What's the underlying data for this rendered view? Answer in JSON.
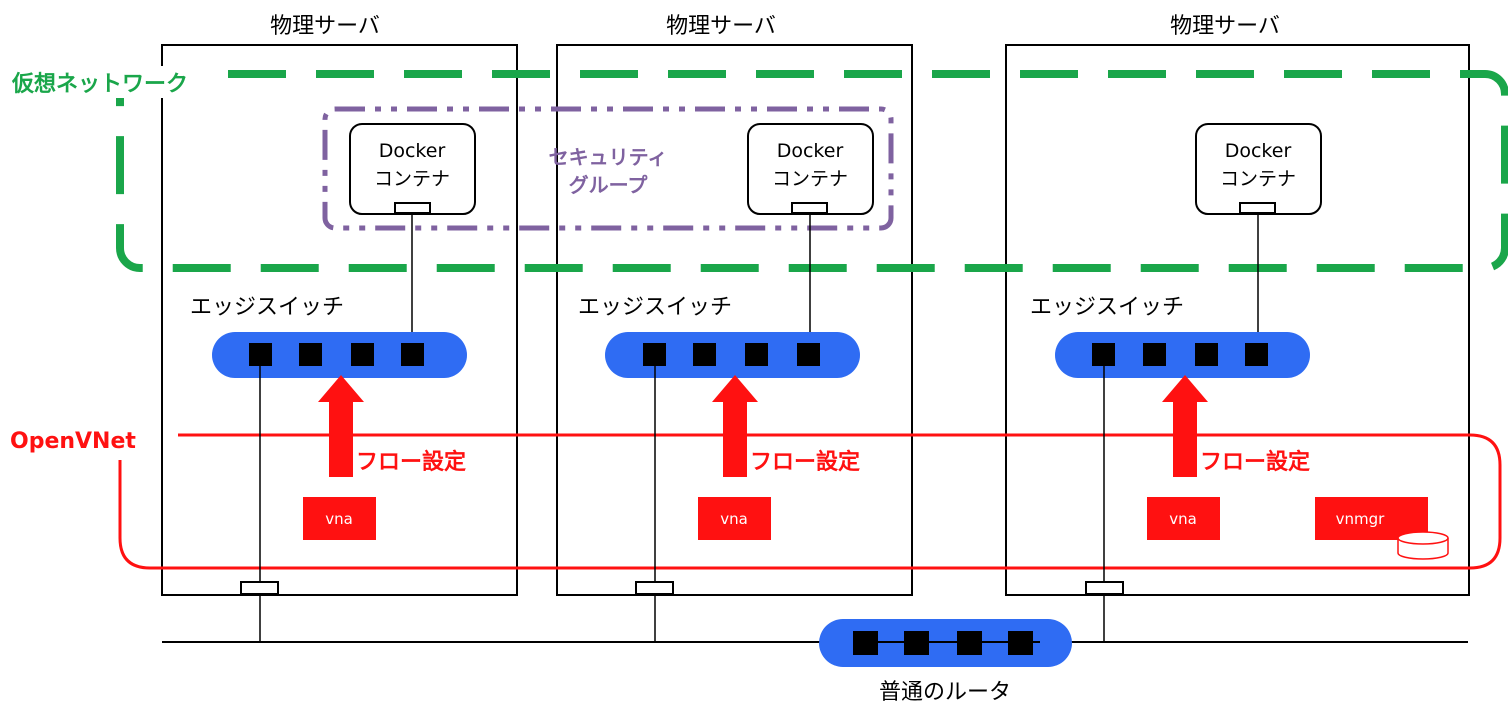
{
  "colors": {
    "network_green": "#1aa64a",
    "security_purple": "#7f62a0",
    "openvnet_red": "#ff1111",
    "switch_blue": "#2f6cf3",
    "port_black": "#000000",
    "agent_red": "#ff1111",
    "line_black": "#000000"
  },
  "labels": {
    "virtual_network": "仮想ネットワーク",
    "security_group_line1": "セキュリティ",
    "security_group_line2": "グループ",
    "openvnet": "OpenVNet",
    "router": "普通のルータ"
  },
  "servers": [
    {
      "title": "物理サーバ",
      "container_line1": "Docker",
      "container_line2": "コンテナ",
      "edge_switch": "エッジスイッチ",
      "flow_setting": "フロー設定",
      "agent": "vna"
    },
    {
      "title": "物理サーバ",
      "container_line1": "Docker",
      "container_line2": "コンテナ",
      "edge_switch": "エッジスイッチ",
      "flow_setting": "フロー設定",
      "agent": "vna"
    },
    {
      "title": "物理サーバ",
      "container_line1": "Docker",
      "container_line2": "コンテナ",
      "edge_switch": "エッジスイッチ",
      "flow_setting": "フロー設定",
      "agent": "vna",
      "manager": "vnmgr"
    }
  ],
  "icons": {
    "database": "database-icon"
  }
}
